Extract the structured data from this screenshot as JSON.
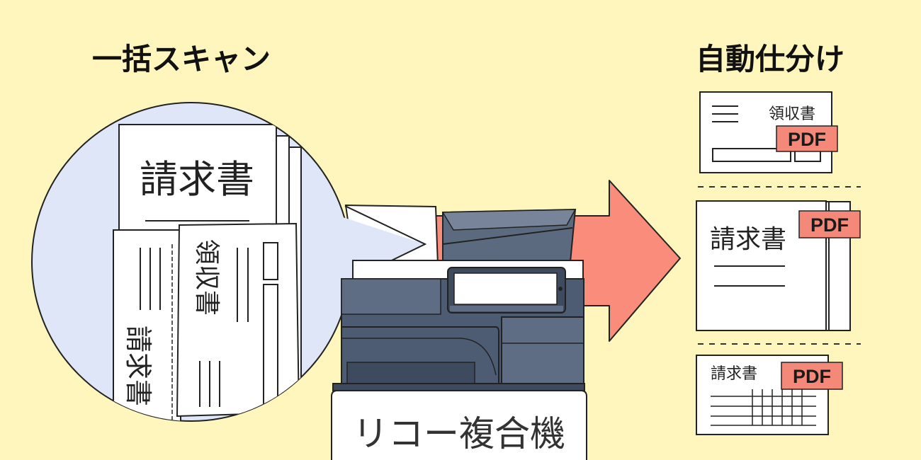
{
  "headings": {
    "left": "一括スキャン",
    "right": "自動仕分け"
  },
  "device": {
    "label": "リコー複合機"
  },
  "scanned_docs": {
    "front": "請求書",
    "rotated_left": "請求書",
    "rotated_right": "領収書"
  },
  "sorted_docs": {
    "receipt_title": "領収書",
    "invoice_title": "請求書",
    "invoice_small_title": "請求書",
    "pdf_badge": "PDF"
  },
  "colors": {
    "background": "#FEF6BC",
    "bubble": "#DEE6F7",
    "arrow": "#F98C7A",
    "pdf_badge": "#F4897A",
    "printer_body": "#4E5C73"
  }
}
